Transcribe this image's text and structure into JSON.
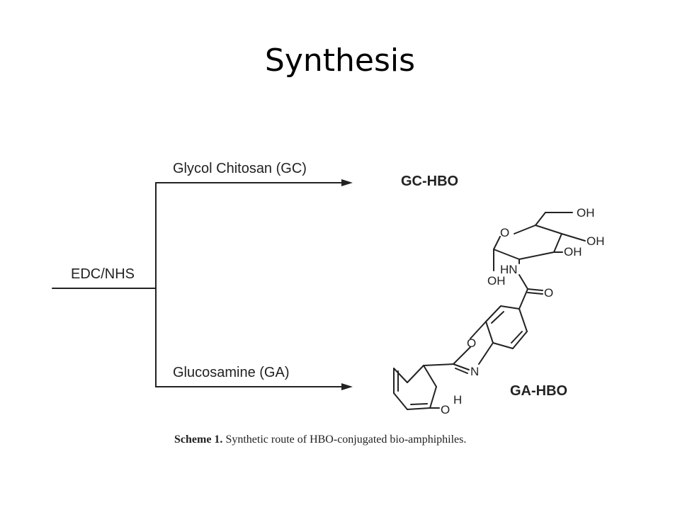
{
  "title": "Synthesis",
  "scheme": {
    "reagent_start": "EDC/NHS",
    "upper_reagent": "Glycol Chitosan (GC)",
    "upper_product": "GC-HBO",
    "lower_reagent": "Glucosamine (GA)",
    "lower_product": "GA-HBO",
    "atoms": {
      "oh1": "OH",
      "oh2": "OH",
      "oh3": "OH",
      "oh4": "OH",
      "ring_o": "O",
      "hn": "HN",
      "carbonyl_o": "O",
      "oxazole_o": "O",
      "oxazole_n": "N",
      "phenol_o": "O",
      "phenol_h": "H"
    }
  },
  "caption": {
    "label": "Scheme 1.",
    "text": "Synthetic route of HBO-conjugated bio-amphiphiles."
  }
}
